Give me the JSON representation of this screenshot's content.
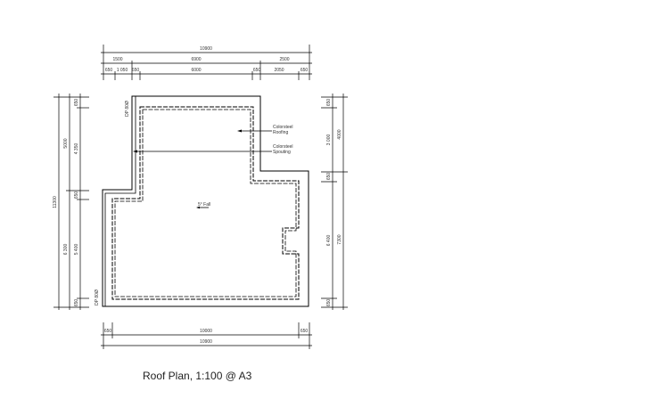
{
  "drawing": {
    "title": "Roof Plan, 1:100 @ A3",
    "top_dimensions": {
      "overall": "10900",
      "row2": [
        "1500",
        "6900",
        "2500"
      ],
      "row3": [
        "650",
        "1 050",
        "650",
        "6000",
        "650",
        "2050",
        "650"
      ]
    },
    "bottom_dimensions": {
      "row1": [
        "650",
        "10000",
        "650"
      ],
      "overall": "10900"
    },
    "left_dimensions": {
      "overall": "11300",
      "outer": [
        "5000",
        "6 300"
      ],
      "inner": [
        "650",
        "4 350",
        "650",
        "5 400",
        "650"
      ]
    },
    "right_dimensions": {
      "outer": [
        "4000",
        "7300"
      ],
      "inner": [
        "650",
        "3 000",
        "650",
        "6 400",
        "650"
      ]
    },
    "notes": {
      "roofing_line1": "Colorsteel",
      "roofing_line2": "Roofing",
      "spouting_line1": "Colorsteel",
      "spouting_line2": "Spouting",
      "fall": "5° Fall",
      "downpipe_top": "DP 80Ø",
      "downpipe_bottom": "DP 80Ø"
    }
  }
}
